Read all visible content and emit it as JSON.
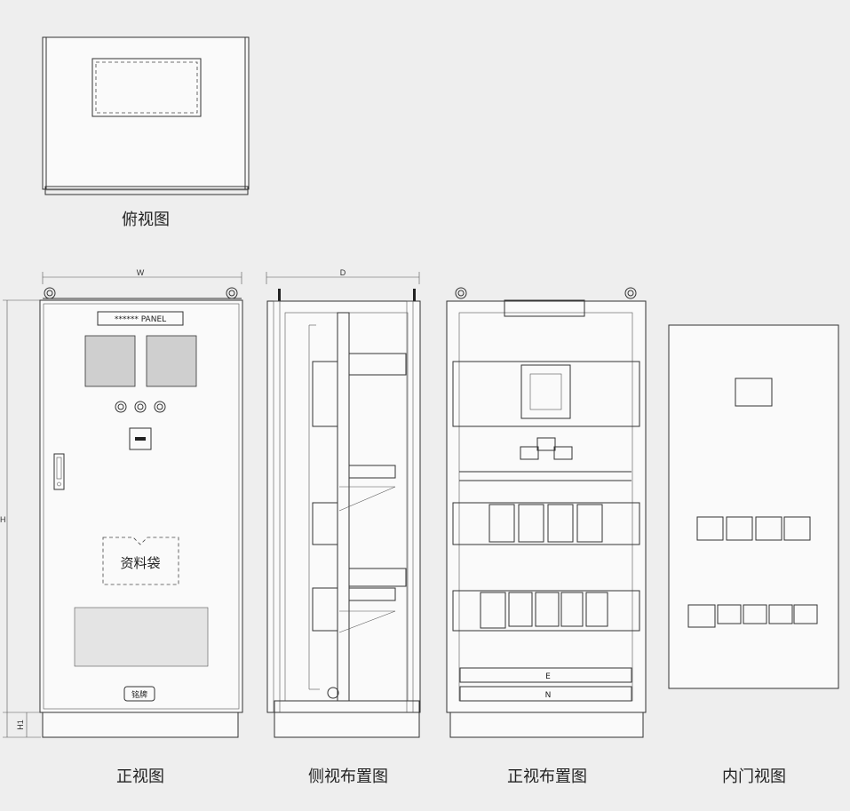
{
  "captions": {
    "top_view": "俯视图",
    "front_view": "正视图",
    "side_layout": "侧视布置图",
    "front_layout": "正视布置图",
    "inner_door": "内门视图"
  },
  "dimensions": {
    "width": "W",
    "depth": "D",
    "height": "H",
    "base_height": "H1"
  },
  "front_panel": {
    "nameplate_top": "****** PANEL",
    "document_pocket": "资料袋",
    "nameplate_bottom": "铭牌"
  },
  "busbars": {
    "earth": "E",
    "neutral": "N"
  }
}
